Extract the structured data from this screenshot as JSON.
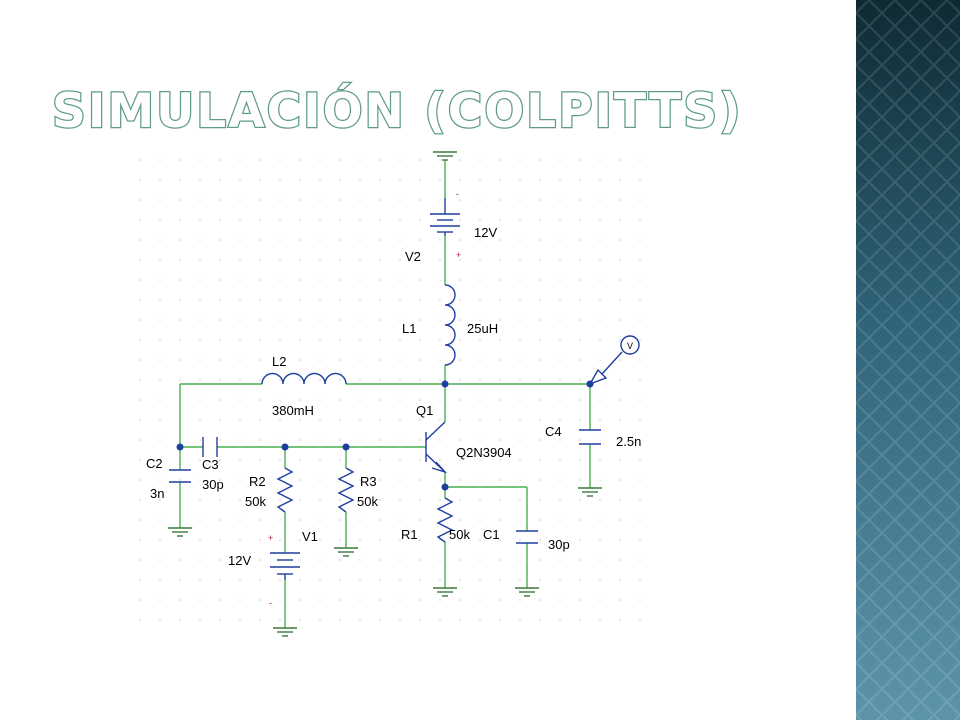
{
  "slide": {
    "title": "SIMULACIÓN (COLPITTS)",
    "accent_color": "#5f9a8a",
    "band_colors": [
      "#0e2a33",
      "#2f6479",
      "#5e94aa"
    ]
  },
  "schematic": {
    "probe_symbol": "V",
    "components": {
      "V2": {
        "name": "V2",
        "value": "12V"
      },
      "L1": {
        "name": "L1",
        "value": "25uH"
      },
      "L2": {
        "name": "L2",
        "value": "380mH"
      },
      "Q1": {
        "name": "Q1",
        "value": "Q2N3904"
      },
      "C4": {
        "name": "C4",
        "value": "2.5n"
      },
      "C2": {
        "name": "C2",
        "value": "3n"
      },
      "C3": {
        "name": "C3",
        "value": "30p"
      },
      "R2": {
        "name": "R2",
        "value": "50k"
      },
      "R3": {
        "name": "R3",
        "value": "50k"
      },
      "V1": {
        "name": "V1",
        "value": "12V"
      },
      "R1": {
        "name": "R1",
        "value": "50k"
      },
      "C1": {
        "name": "C1",
        "value": "30p"
      }
    },
    "polarity": {
      "plus": "+",
      "minus": "-"
    }
  }
}
